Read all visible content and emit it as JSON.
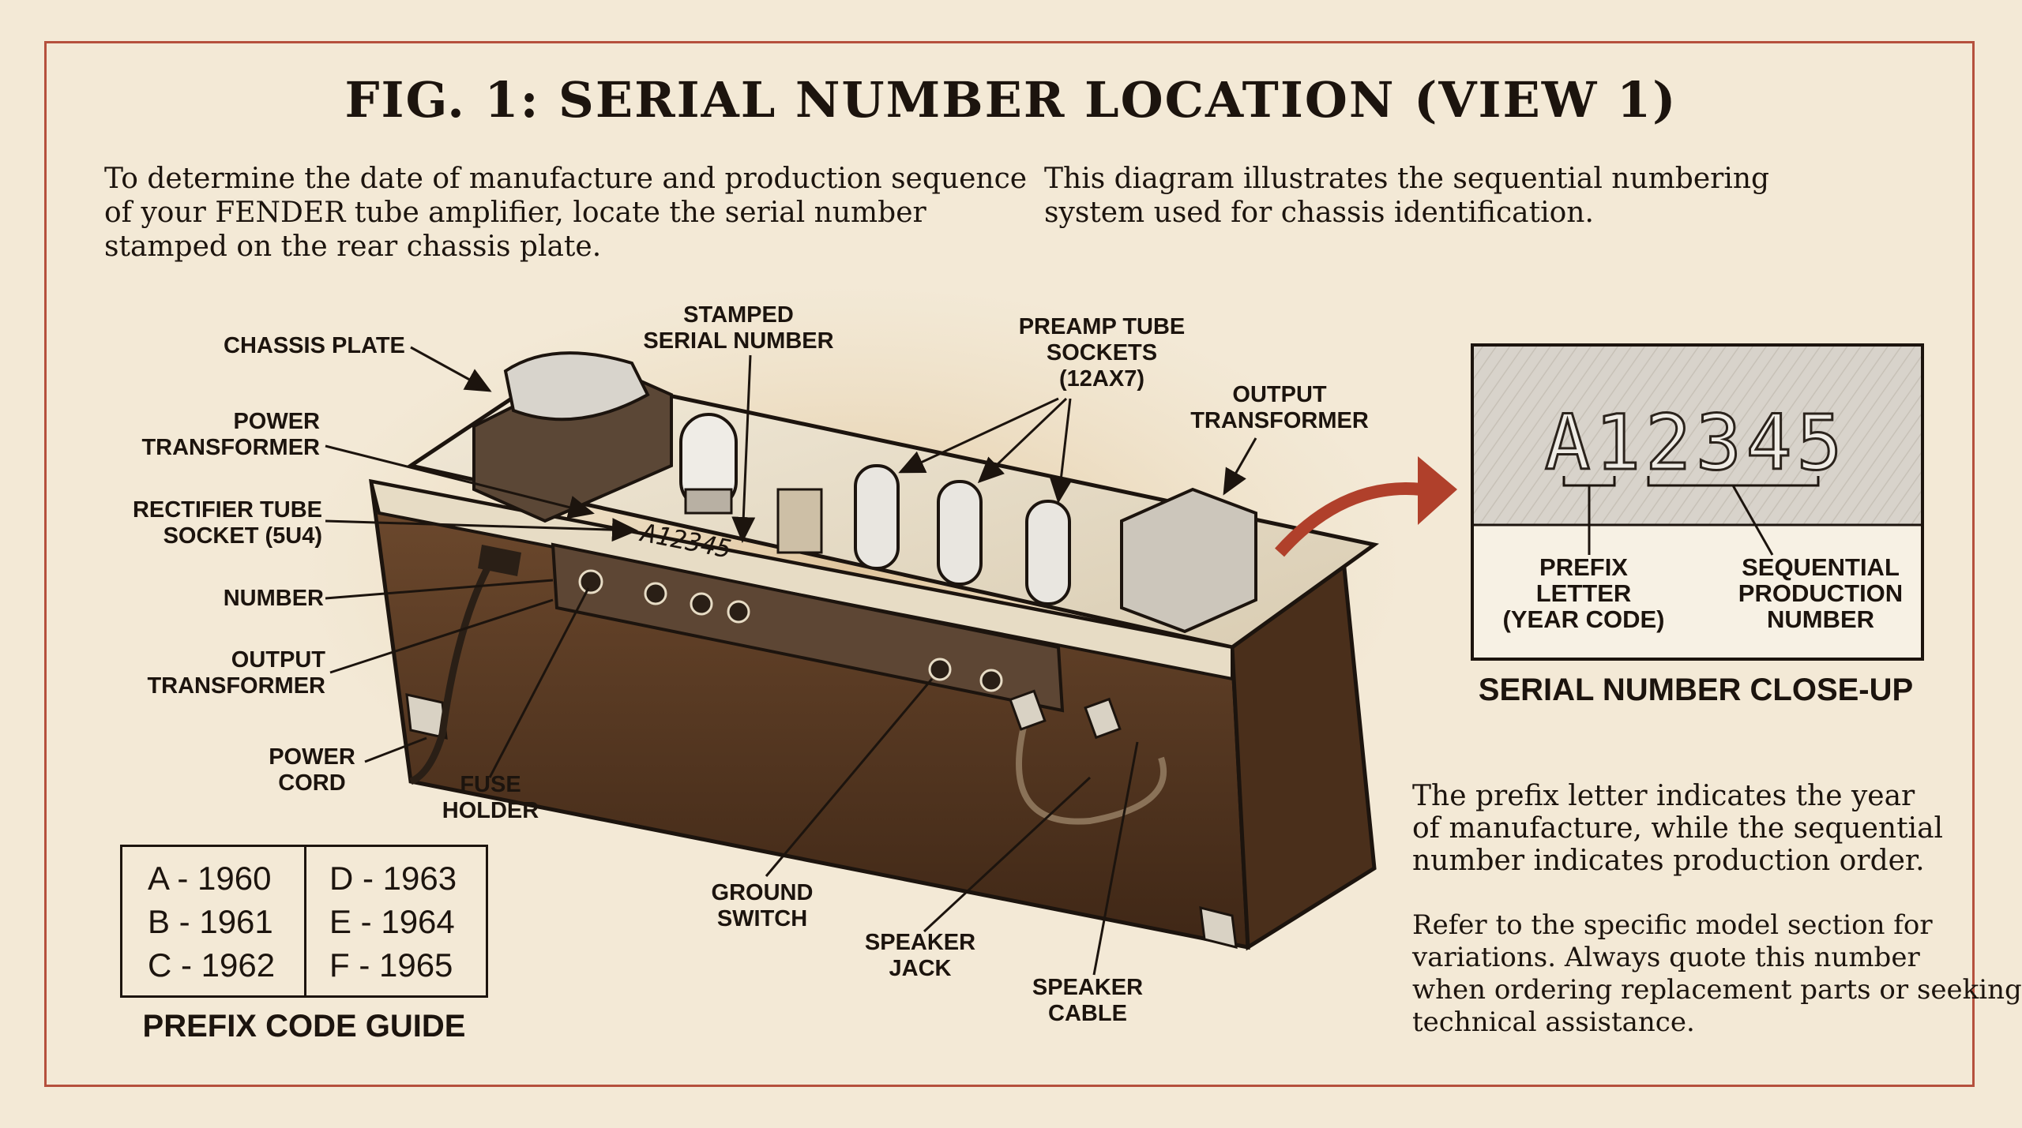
{
  "header": {
    "title": "FIG. 1: SERIAL NUMBER LOCATION (VIEW 1)"
  },
  "intro": {
    "left_lines": [
      "To determine the date of manufacture and production sequence",
      "of your FENDER tube amplifier, locate the serial number",
      "stamped on the rear chassis plate."
    ],
    "right_lines": [
      "This diagram illustrates the sequential numbering",
      "system used for chassis identification."
    ]
  },
  "callouts": {
    "chassis_plate": "CHASSIS PLATE",
    "stamped_serial": [
      "STAMPED",
      "SERIAL NUMBER"
    ],
    "preamp_tube_sockets": [
      "PREAMP TUBE",
      "SOCKETS",
      "(12AX7)"
    ],
    "output_transformer_top": [
      "OUTPUT",
      "TRANSFORMER"
    ],
    "power_transformer": [
      "POWER",
      "TRANSFORMER"
    ],
    "rectifier_tube_socket": [
      "RECTIFIER TUBE",
      "SOCKET (5U4)"
    ],
    "number": "NUMBER",
    "output_transformer_left": [
      "OUTPUT",
      "TRANSFORMER"
    ],
    "power_cord": [
      "POWER",
      "CORD"
    ],
    "fuse_holder": [
      "FUSE",
      "HOLDER"
    ],
    "ground_switch": [
      "GROUND",
      "SWITCH"
    ],
    "speaker_jack": [
      "SPEAKER",
      "JACK"
    ],
    "speaker_cable": [
      "SPEAKER",
      "CABLE"
    ]
  },
  "amp": {
    "stamped_serial_text": "A12345"
  },
  "closeup": {
    "serial": "A12345",
    "prefix_label": [
      "PREFIX",
      "LETTER",
      "(YEAR CODE)"
    ],
    "sequential_label": [
      "SEQUENTIAL",
      "PRODUCTION",
      "NUMBER"
    ],
    "title": "SERIAL NUMBER CLOSE-UP"
  },
  "notes": {
    "para1": [
      "The prefix letter indicates the year",
      "of manufacture, while the sequential",
      "number indicates production order."
    ],
    "para2": [
      "Refer to the specific model section for",
      "variations. Always quote this number",
      "when ordering replacement parts or seeking",
      "technical assistance."
    ]
  },
  "prefix_guide": {
    "left_col": [
      "A - 1960",
      "B - 1961",
      "C - 1962"
    ],
    "right_col": [
      "D - 1963",
      "E - 1964",
      "F - 1965"
    ],
    "title": "PREFIX CODE GUIDE"
  },
  "colors": {
    "paper": "#f3e9d6",
    "frame": "#b5503d",
    "ink": "#1c140e",
    "arrow": "#b0402b",
    "cabinet": "#5b3a22"
  }
}
